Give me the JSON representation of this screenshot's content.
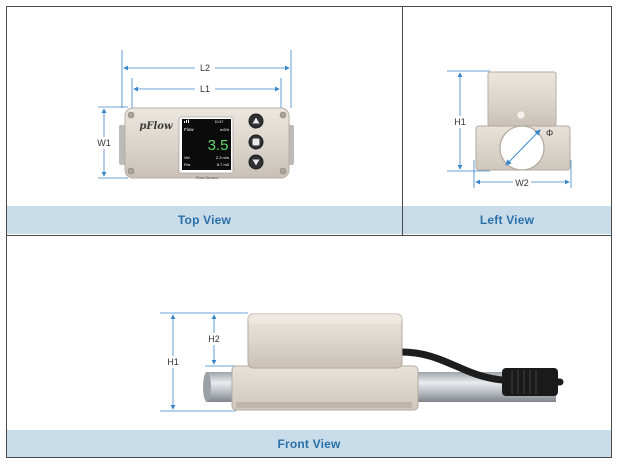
{
  "panels": {
    "top_view_label": "Top View",
    "left_view_label": "Left View",
    "front_view_label": "Front View"
  },
  "device": {
    "brand": "pFlow",
    "footer": "Flow Sensor",
    "screen": {
      "time": "10:47",
      "meter_label": "Flow",
      "unit": "m3/h",
      "value": "3.5",
      "row1_label": "Vel",
      "row1_value": "2.3 m/s",
      "row2_label": "Flw",
      "row2_value": "8.7 m3"
    }
  },
  "dimensions": {
    "top": [
      "L2",
      "L1",
      "W1"
    ],
    "left": [
      "H1",
      "W2",
      "Φ"
    ],
    "front": [
      "H2",
      "H1"
    ]
  },
  "colors": {
    "band_bg": "#c9dcea",
    "band_text": "#2a6fa8",
    "dim_line": "#3a86c8",
    "screen_value": "#5fd86a",
    "housing": "#d9d2c9"
  }
}
